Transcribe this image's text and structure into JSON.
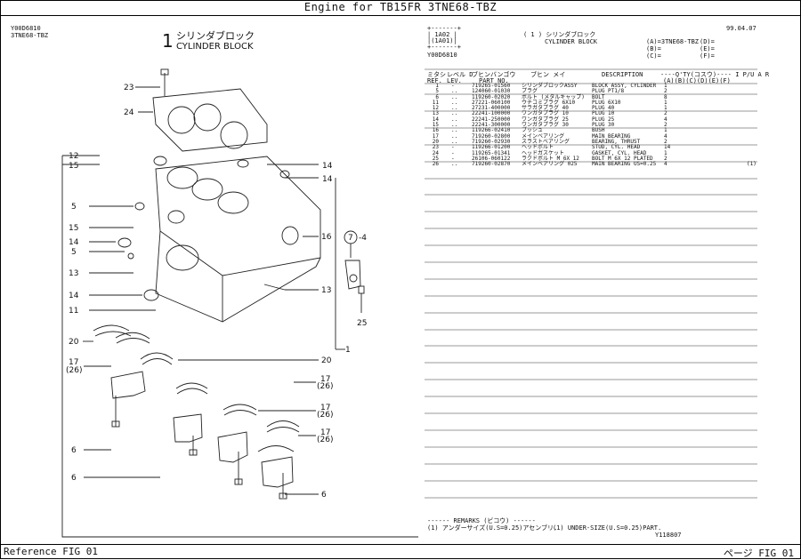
{
  "header": {
    "title": "Engine for TB15FR  3TNE68-TBZ"
  },
  "footer": {
    "left_label": "Reference    FIG 01",
    "right_label": "ページ    FIG 01"
  },
  "left_header": {
    "code": "Y00D6810",
    "model": "3TNE68-TBZ",
    "fig_number": "1",
    "fig_title_jp": "シリンダブロック",
    "fig_title_en": "CYLINDER BLOCK"
  },
  "right_header": {
    "box_top": "+-------+",
    "box_line1": "| 1A02 |",
    "box_line2": "|(1A01)|",
    "box_bottom": "+-------+",
    "code": "Y00D6810",
    "fig_ref": "( 1 ) シリンダブロック",
    "fig_ref_en": "CYLINDER BLOCK",
    "date": "99.04.07",
    "model_a": "(A)=3TNE68-TBZ",
    "model_b": "(B)=",
    "model_c": "(C)=",
    "model_d": "(D)=",
    "model_e": "(E)=",
    "model_f": "(F)="
  },
  "table": {
    "headers": {
      "ref_jp": "ミタシ",
      "ref_en": "REF.",
      "lev_jp": "レベル D",
      "lev_en": "LEV.",
      "part_jp": "ブヒンバンゴウ",
      "part_en": "PART NO.",
      "name_jp": "ブヒン メイ",
      "desc": "DESCRIPTION",
      "qty": "----Q'TY(コスウ)---- I P/U A R",
      "models": "(A)(B)(C)(D)(E)(F)"
    },
    "rows": [
      {
        "ref": "1",
        "lev": "-",
        "part": "719265-01560",
        "name": "シリンダブロックASSY",
        "desc": "BLOCK ASSY, CYLINDER",
        "qty": "1",
        "rem": ""
      },
      {
        "ref": "5",
        "lev": "..",
        "part": "124060-01030",
        "name": "プラグ",
        "desc": "PLUG PT1/8",
        "qty": "2",
        "rem": ""
      },
      {
        "ref": "6",
        "lev": "..",
        "part": "119260-02020",
        "name": "ボルト (メタルキャップ)",
        "desc": "BOLT",
        "qty": "8",
        "rem": ""
      },
      {
        "ref": "11",
        "lev": "..",
        "part": "27221-060100",
        "name": "ウチコミプラグ 6X10",
        "desc": "PLUG 6X10",
        "qty": "1",
        "rem": ""
      },
      {
        "ref": "12",
        "lev": "..",
        "part": "27231-400000",
        "name": "サラガタプラグ 40",
        "desc": "PLUG 40",
        "qty": "1",
        "rem": ""
      },
      {
        "ref": "13",
        "lev": "..",
        "part": "22241-100000",
        "name": "ワンガタプラグ 10",
        "desc": "PLUG 10",
        "qty": "2",
        "rem": ""
      },
      {
        "ref": "14",
        "lev": "..",
        "part": "22241-250000",
        "name": "ワンガタプラグ 25",
        "desc": "PLUG 25",
        "qty": "4",
        "rem": ""
      },
      {
        "ref": "15",
        "lev": "..",
        "part": "22241-300000",
        "name": "ワンガタプラグ 30",
        "desc": "PLUG 30",
        "qty": "2",
        "rem": ""
      },
      {
        "ref": "16",
        "lev": "..",
        "part": "119266-02410",
        "name": "ブッシュ",
        "desc": "BUSH",
        "qty": "1",
        "rem": ""
      },
      {
        "ref": "17",
        "lev": "..",
        "part": "719260-02800",
        "name": "メインベアリング",
        "desc": "MAIN BEARING",
        "qty": "4",
        "rem": ""
      },
      {
        "ref": "20",
        "lev": "..",
        "part": "719260-02930",
        "name": "スラストベアリング",
        "desc": "BEARING, THRUST",
        "qty": "2",
        "rem": ""
      },
      {
        "ref": "23",
        "lev": "-",
        "part": "119266-01200",
        "name": "ヘッドボルト",
        "desc": "STUD, CYL. HEAD",
        "qty": "14",
        "rem": ""
      },
      {
        "ref": "24",
        "lev": "-",
        "part": "119265-01341",
        "name": "ヘッドガスケット",
        "desc": "GASKET, CYL. HEAD",
        "qty": "1",
        "rem": ""
      },
      {
        "ref": "25",
        "lev": "-",
        "part": "26106-060122",
        "name": "ラクドボルト M 6X 12",
        "desc": "BOLT M 6X 12 PLATED",
        "qty": "2",
        "rem": ""
      },
      {
        "ref": "26",
        "lev": "..",
        "part": "719260-02870",
        "name": "メインベアリング 025",
        "desc": "MAIN BEARING US=0.25",
        "qty": "4",
        "rem": "(1)"
      }
    ]
  },
  "remarks": {
    "title": "------ REMARKS (ビコウ) ------",
    "line1_jp": "(1) アンダーサイズ(U.S=0.25)アセンブリ.",
    "line1_en": "(1) UNDER-SIZE(U.S=0.25)PART.",
    "doc_id": "Y118807"
  },
  "callouts": {
    "c23": "23",
    "c24": "24",
    "c12": "12",
    "c15": "15",
    "c5": "5",
    "c15b": "15",
    "c14": "14",
    "c5b": "5",
    "c13": "13",
    "c14b": "14",
    "c11": "11",
    "c20": "20",
    "c17a": "17",
    "c26a": "(26)",
    "c6a": "6",
    "c6b": "6",
    "c14r": "14",
    "c14r2": "14",
    "c16": "16",
    "c7": "7",
    "c7b": "-4",
    "c13r": "13",
    "c25": "25",
    "c1": "1",
    "c20r": "20",
    "c17r1": "17",
    "c26r1": "(26)",
    "c17r2": "17",
    "c26r2": "(26)",
    "c17r3": "17",
    "c26r3": "(26)",
    "c6r": "6"
  }
}
